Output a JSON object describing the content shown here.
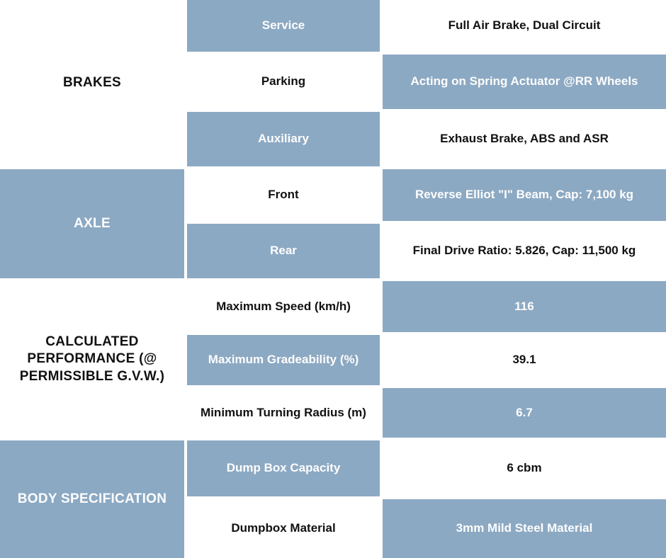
{
  "colors": {
    "accent_blue": "#8ca9c3",
    "cell_white": "#ffffff",
    "text_on_blue": "#fdfdfd",
    "text_on_white": "#111111"
  },
  "table": {
    "columns": [
      "category",
      "parameter",
      "value"
    ],
    "sections": [
      {
        "category": "BRAKES",
        "rows": [
          {
            "label": "Service",
            "value": "Full Air Brake, Dual Circuit"
          },
          {
            "label": "Parking",
            "value": "Acting on Spring Actuator @RR Wheels"
          },
          {
            "label": "Auxiliary",
            "value": "Exhaust Brake, ABS and ASR"
          }
        ]
      },
      {
        "category": "AXLE",
        "rows": [
          {
            "label": "Front",
            "value": "Reverse Elliot \"I\" Beam, Cap: 7,100 kg"
          },
          {
            "label": "Rear",
            "value": "Final Drive Ratio: 5.826, Cap: 11,500 kg"
          }
        ]
      },
      {
        "category": "CALCULATED PERFORMANCE (@ PERMISSIBLE G.V.W.)",
        "rows": [
          {
            "label": "Maximum Speed (km/h)",
            "value": "116"
          },
          {
            "label": "Maximum Gradeability (%)",
            "value": "39.1"
          },
          {
            "label": "Minimum Turning Radius (m)",
            "value": "6.7"
          }
        ]
      },
      {
        "category": "BODY SPECIFICATION",
        "rows": [
          {
            "label": "Dump Box Capacity",
            "value": "6 cbm"
          },
          {
            "label": "Dumpbox Material",
            "value": "3mm Mild Steel Material"
          }
        ]
      }
    ]
  }
}
